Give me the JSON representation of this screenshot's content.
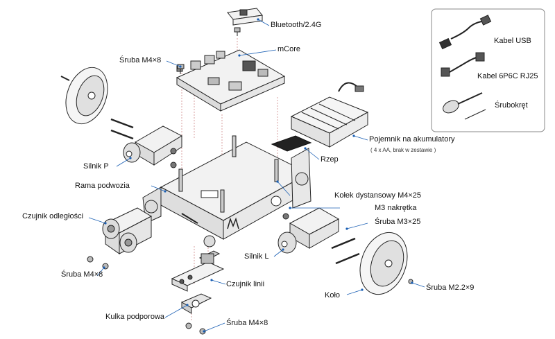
{
  "labels": {
    "bluetooth": "Bluetooth/2.4G",
    "mcore": "mCore",
    "sruba_m4x8_top": "Śruba M4×8",
    "pojemnik": "Pojemnik na akumulatory",
    "pojemnik_note": "( 4 x AA, brak w zestawie )",
    "rzep": "Rzep",
    "silnik_p": "Silnik P",
    "rama": "Rama podwozia",
    "kolek": "Kołek dystansowy M4×25",
    "m3_nakretka": "M3 nakrętka",
    "czujnik_odleglosci": "Czujnik odległości",
    "sruba_m3x25": "Śruba M3×25",
    "silnik_l": "Silnik L",
    "sruba_m4x8_left": "Śruba M4×8",
    "czujnik_linii": "Czujnik linii",
    "kolo": "Koło",
    "sruba_m22x9": "Śruba M2.2×9",
    "kulka": "Kulka podporowa",
    "sruba_m4x8_bottom": "Śruba M4×8"
  },
  "legend": {
    "items": [
      {
        "label": "Kabel USB",
        "icon": "usb-cable-icon"
      },
      {
        "label": "Kabel 6P6C RJ25",
        "icon": "rj25-cable-icon"
      },
      {
        "label": "Śrubokręt",
        "icon": "screwdriver-icon"
      }
    ]
  },
  "colors": {
    "leader": "#1a5fb4",
    "part_fill": "#f2f2f2",
    "part_stroke": "#222222",
    "assembly_dash": "#d08a8a",
    "legend_border": "#888888"
  }
}
